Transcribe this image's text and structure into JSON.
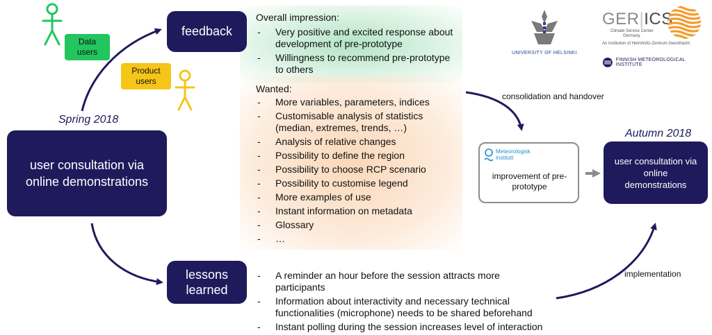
{
  "people": {
    "data_users": "Data\nusers",
    "product_users": "Product\nusers",
    "colors": {
      "data": "#22c55e",
      "product": "#f5c518"
    }
  },
  "consultation_left": {
    "season": "Spring 2018",
    "label": "user consultation via online demonstrations"
  },
  "feedback_box": {
    "label": "feedback"
  },
  "lessons_box": {
    "label": "lessons learned"
  },
  "overall": {
    "heading": "Overall impression:",
    "items": [
      "Very positive and excited response about development of pre-prototype",
      "Willingness to recommend pre-prototype to others"
    ]
  },
  "wanted": {
    "heading": "Wanted:",
    "items": [
      "More variables, parameters, indices",
      "Customisable analysis of statistics (median, extremes, trends, …)",
      "Analysis of relative changes",
      "Possibility to define the region",
      "Possibility to choose RCP scenario",
      "Possibility to customise legend",
      "More examples of use",
      "Instant information on metadata",
      "Glossary",
      "…"
    ]
  },
  "lessons": {
    "items": [
      "A reminder an hour before the session attracts more participants",
      "Information about interactivity and necessary technical functionalities (microphone) needs to be shared beforehand",
      "Instant polling during the session increases level of interaction"
    ]
  },
  "flow": {
    "consolidation": "consolidation and handover",
    "implementation": "implementation"
  },
  "improvement": {
    "met_name_line1": "Meteorologisk",
    "met_name_line2": "institutt",
    "label": "improvement of pre-prototype"
  },
  "consultation_right": {
    "season": "Autumn 2018",
    "label": "user consultation via online demonstrations"
  },
  "logos": {
    "helsinki": "UNIVERSITY OF HELSINKI",
    "gerics_ger": "GER",
    "gerics_ics": "ICS",
    "gerics_sub1": "Climate Service Center",
    "gerics_sub2": "Germany",
    "gerics_inst": "An institution of Helmholtz-Zentrum Geesthacht",
    "fmi": "FINNISH METEOROLOGICAL INSTITUTE"
  }
}
